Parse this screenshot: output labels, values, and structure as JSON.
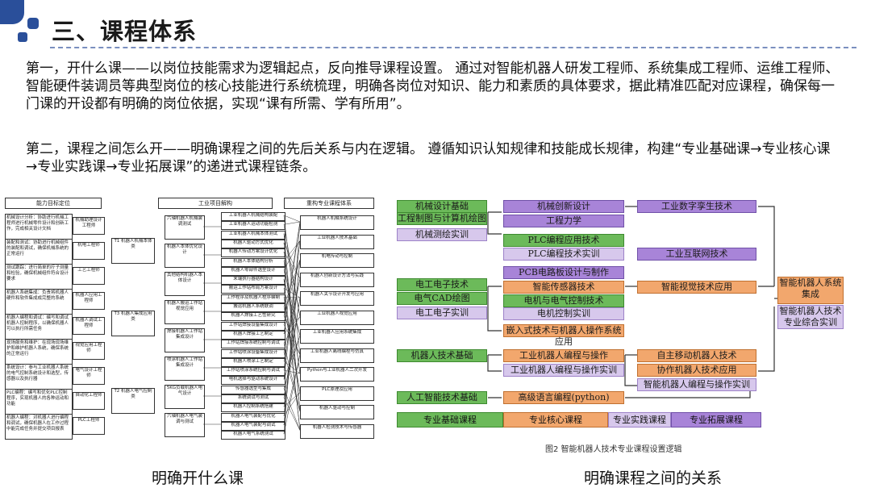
{
  "header": {
    "title": "三、课程体系"
  },
  "body": {
    "p1": "第一，开什么课——以岗位技能需求为逻辑起点，反向推导课程设置。 通过对智能机器人研发工程师、系统集成工程师、运维工程师、智能硬件装调员等典型岗位的核心技能进行系统梳理，明确各岗位对知识、能力和素质的具体要求，据此精准匹配对应课程，确保每一门课的开设都有明确的岗位依据，实现“课有所需、学有所用”。",
    "p2": "第二，课程之间怎么开——明确课程之间的先后关系与内在逻辑。 遵循知识认知规律和技能成长规律，构建“专业基础课→专业核心课→专业实践课→专业拓展课”的递进式课程链条。"
  },
  "left_diagram": {
    "heads": [
      "能力目标定位",
      "工业项目解构",
      "重构专业课程体系"
    ],
    "abilities": [
      "机械设计分析：协助进行机械工程师进行机械零件设计和创新工作，完成相关设计文档",
      "装配和测试：协助进行机械组件的装配和调试，确保机械系统的正常运行",
      "测试跟踪：进行简单的疗子测量和检验，确保机械组件符合设计要求",
      "机器人系统集成：负责将机器人硬件和软件集成成完整的系统",
      "机器人编程和调试：编写和调试机器人控制程序，以确保机器人可以执行所需任务",
      "现场服务和维护：在现场现场维护和维护机器人系统，确保系统的正常运行",
      "系统设计：参与工业机器人系统的电气控制系统设计和选型，传感器以及执行器",
      "PLC编程：编写和优化PLC控制程序，实现机器人的各种运动和功能",
      "机器人编程：对机器人进行编程和调试，确保机器人在工作过程中能完成任务并提交项目报表"
    ],
    "jobs": [
      "机械助理设计工程师",
      "机电工程师",
      "工艺工程师",
      "机器人应用工程师",
      "机器人调试工程师",
      "视觉应用工程师",
      "电气设计工程师",
      "自动化工程师",
      "PLC工程师"
    ],
    "units": [
      "T1 机器人机械本体类",
      "T3 机器人集成应用类",
      "T2 机器人电气控制类"
    ],
    "projects": [
      "六轴机器人机械装调测试",
      "机器人本体优化设计",
      "其他结构机器人本体设计",
      "机器人搬运工作站视觉应用",
      "焊接机器人工作站集成设计",
      "喷涂机器人工作站集成设计",
      "5KG负载机器人电气设计",
      "六轴机器人电气装调与测试"
    ],
    "tasks": [
      "工业机器人机械结构装配",
      "工业机器人运动功能检测",
      "工业机器人机械本体测试",
      "机器人驱动方式优化",
      "机器人传动方案设计优化",
      "机器人本体结构分析",
      "机器人零部件选型设计",
      "末端执行器结构设计",
      "搬运工作站布局方案设计",
      "工作程序及机器人程序编制",
      "搬运机器人系统联调",
      "机器人焊接工艺性研究",
      "工作站焊接设备集成设计",
      "机器人焊接工艺制定",
      "工作站焊接系统控制与调试",
      "工作站喷涂设备集成设计",
      "机器人喷涂工艺制定",
      "工作站喷涂系统控制与调试",
      "电机选择与驱动系统设计",
      "传感器选型与集成",
      "系统调试与测试",
      "机器人控制系统搭建",
      "机器人电气装配与优化",
      "机器人电气装配与调试",
      "机器人电气系统测试"
    ],
    "courses": [
      "机器人机械系统设计",
      "工业机器人技术基础",
      "机电传动与控制",
      "机器人创新设计方法与实践",
      "机器人关节设计开发与应用",
      "工业机器人视觉应用",
      "工业机器人应用系统集成",
      "工业机器人离线编程与仿真",
      "Python与工业机器人二次开发",
      "PLC原理及应用",
      "机器人驱动与控制",
      "机器人检测技术与传感器"
    ]
  },
  "right_diagram": {
    "col1": [
      "机械设计基础",
      "工程制图与计算机绘图",
      "机械测绘实训",
      "电工电子技术",
      "电气CAD绘图",
      "电工电子实训",
      "机器人技术基础",
      "人工智能技术基础"
    ],
    "col2": [
      "机械创新设计",
      "工程力学",
      "PLC编程应用技术",
      "PLC编程技术实训",
      "PCB电路板设计与制作",
      "智能传感器技术",
      "电机与电气控制技术",
      "电机控制实训",
      "嵌入式技术与机器人操作系统应用",
      "工业机器人编程与操作",
      "工业机器人编程与操作实训",
      "高级语言编程(python)"
    ],
    "col3": [
      "工业数字孪生技术",
      "工业互联网技术",
      "智能视觉技术应用",
      "自主移动机器人技术",
      "协作机器人技术应用",
      "智能机器人编程与操作实训"
    ],
    "col4": [
      "智能机器人系统集成",
      "智能机器人技术专业综合实训"
    ],
    "legend": [
      "专业基础课程",
      "专业核心课程",
      "专业实践课程",
      "专业拓展课程"
    ],
    "figure_caption": "图2  智能机器人技术专业课程设置逻辑"
  },
  "captions": {
    "left": "明确开什么课",
    "right": "明确课程之间的关系"
  },
  "colors": {
    "brand": "#2a4f9a",
    "basic": "#6cba5a",
    "core": "#f2a76d",
    "practice": "#d7c8ec",
    "extend": "#a884d8"
  }
}
